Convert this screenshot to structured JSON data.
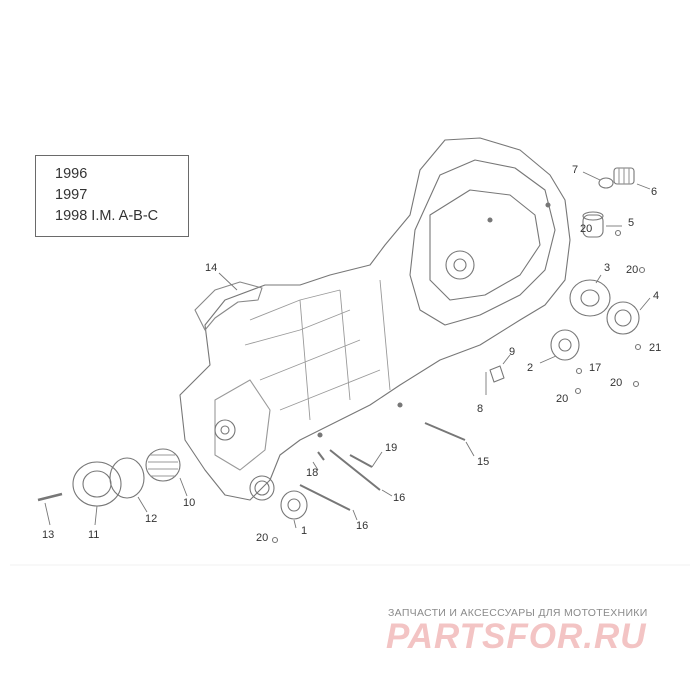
{
  "years": [
    "1996",
    "1997",
    "1998 I.M. A-B-C"
  ],
  "callouts": {
    "c1": "1",
    "c2": "2",
    "c3": "3",
    "c4": "4",
    "c5": "5",
    "c6": "6",
    "c7": "7",
    "c8": "8",
    "c9": "9",
    "c10": "10",
    "c11": "11",
    "c12": "12",
    "c13": "13",
    "c14": "14",
    "c15": "15",
    "c16a": "16",
    "c16b": "16",
    "c17": "17",
    "c18": "18",
    "c19": "19",
    "c20a": "20",
    "c20b": "20",
    "c20c": "20",
    "c20d": "20",
    "c20e": "20",
    "c21": "21"
  },
  "watermark": {
    "tagline": "ЗАПЧАСТИ И АКСЕССУАРЫ ДЛЯ МОТОТЕХНИКИ",
    "logo": "PARTSFOR.RU"
  }
}
